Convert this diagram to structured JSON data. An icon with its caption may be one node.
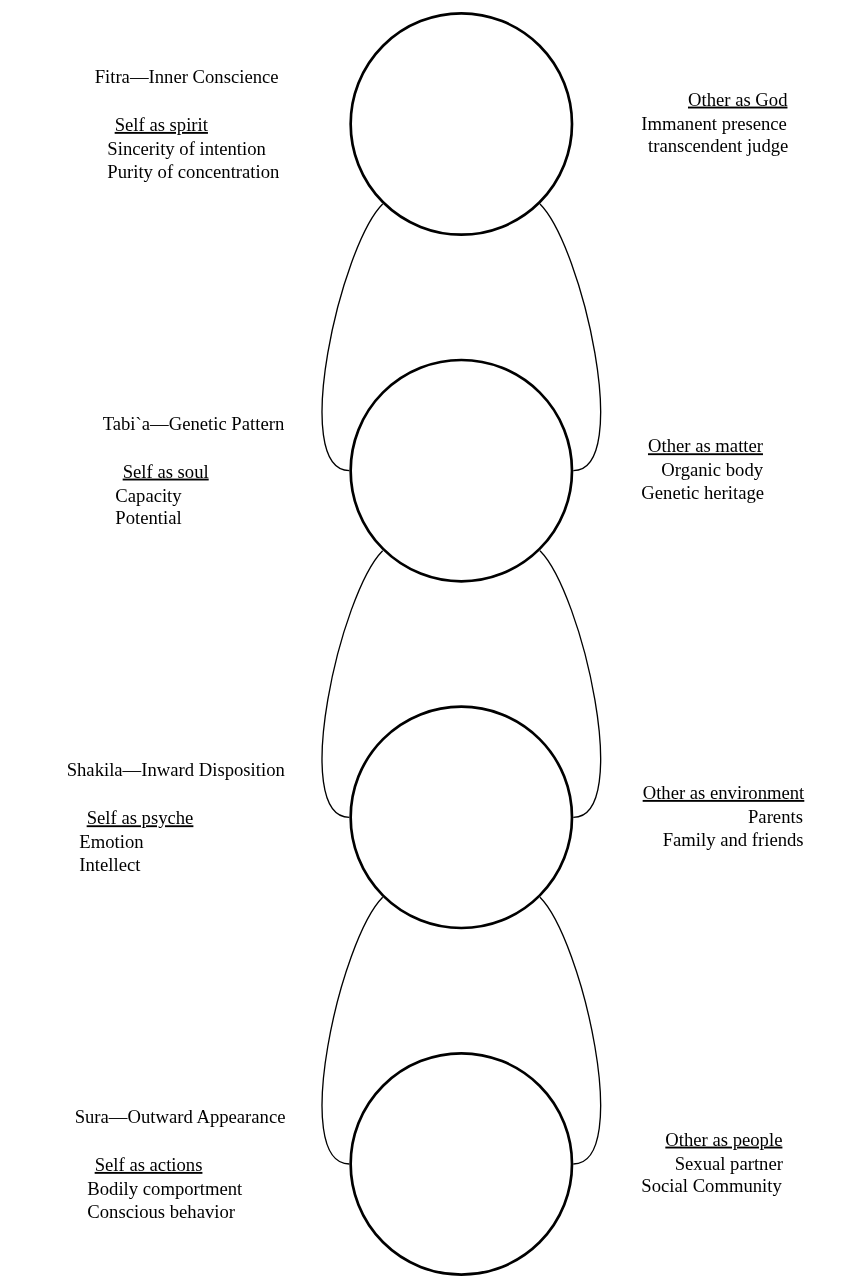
{
  "diagram": {
    "nodes": [
      {
        "text": [],
        "shape": "circle"
      },
      {
        "text": [],
        "shape": "circle"
      },
      {
        "text": [],
        "shape": "circle"
      },
      {
        "text": [],
        "shape": "circle"
      }
    ],
    "edges": [
      {
        "from": 0,
        "to": 1,
        "arrow": "none"
      },
      {
        "from": 0,
        "to": 1,
        "arrow": "none"
      },
      {
        "from": 1,
        "to": 2,
        "arrow": "none"
      },
      {
        "from": 1,
        "to": 2,
        "arrow": "none"
      },
      {
        "from": 2,
        "to": 3,
        "arrow": "none"
      },
      {
        "from": 2,
        "to": 3,
        "arrow": "none"
      }
    ],
    "labels": [
      "Fitra—Inner Conscience",
      "Self as spirit",
      "Sincerity of intention",
      "Purity of concentration",
      "Other as God",
      "Immanent presence",
      "transcendent judge",
      "Tabi`a—Genetic Pattern",
      "Self as soul",
      "Capacity",
      "Potential",
      "Other as matter",
      "Organic body",
      "Genetic heritage",
      "Shakila—Inward Disposition",
      "Self as psyche",
      "Emotion",
      "Intellect",
      "Other as environment",
      "Parents",
      "Family and friends",
      "Sura—Outward Appearance",
      "Self as actions",
      "Bodily comportment",
      "Conscious behavior",
      "Other as people",
      "Sexual partner",
      "Social Community"
    ]
  }
}
